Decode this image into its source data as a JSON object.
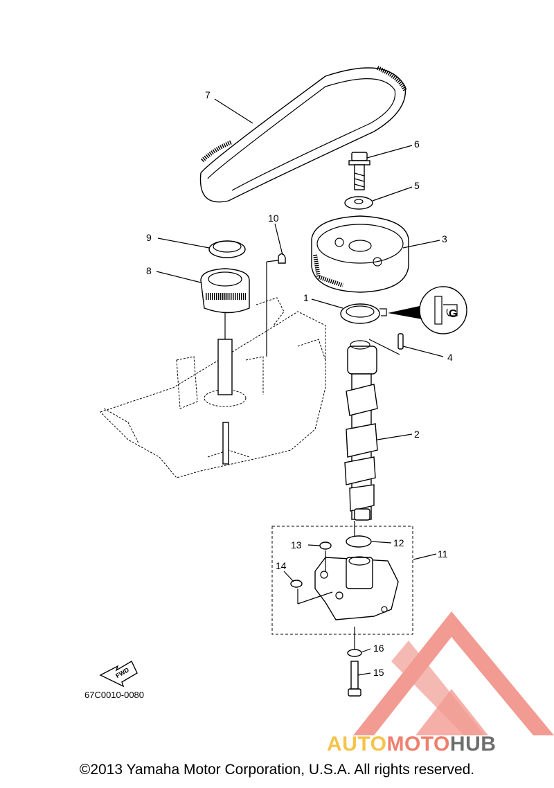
{
  "callouts": [
    "1",
    "2",
    "3",
    "4",
    "5",
    "6",
    "7",
    "8",
    "9",
    "10",
    "11",
    "12",
    "13",
    "14",
    "15",
    "16"
  ],
  "fwd_label": "FWD",
  "diagram_code": "67C0010-0080",
  "copyright": "©2013 Yamaha Motor Corporation, U.S.A. All rights reserved.",
  "watermark": {
    "part1": "AUTO",
    "part2": "MOTO",
    "part3": "HUB",
    "colors": {
      "auto": "#f6c34a",
      "moto": "#f07f6e",
      "hub": "#6d6d6d",
      "triangle": "#f08a80"
    }
  }
}
